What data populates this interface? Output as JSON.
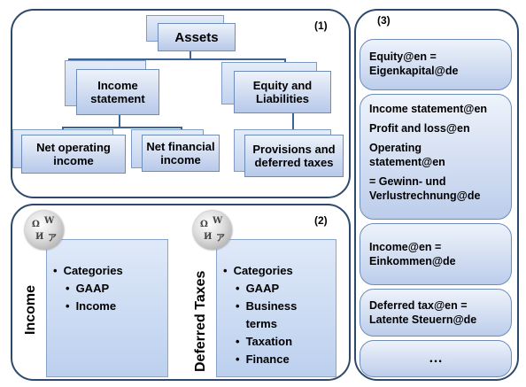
{
  "panel1": {
    "tag": "(1)",
    "root": "Assets",
    "level1": [
      "Income statement",
      "Equity and Liabilities"
    ],
    "level2": [
      "Net operating income",
      "Net financial income",
      "Provisions and deferred taxes"
    ]
  },
  "panel2": {
    "tag": "(2)",
    "cards": [
      {
        "title": "Income",
        "heading": "Categories",
        "items": [
          "GAAP",
          "Income"
        ]
      },
      {
        "title": "Deferred Taxes",
        "heading": "Categories",
        "items": [
          "GAAP",
          "Business terms",
          "Taxation",
          "Finance"
        ]
      }
    ]
  },
  "panel3": {
    "tag": "(3)",
    "entries": [
      [
        "Equity@en =",
        "Eigenkapital@de"
      ],
      [
        "Income statement@en",
        "Profit and loss@en",
        "Operating statement@en",
        "= Gewinn- und Verlustrechnung@de"
      ],
      [
        "Income@en =",
        "Einkommen@de"
      ],
      [
        "Deferred tax@en =",
        "Latente Steuern@de"
      ],
      [
        "…"
      ]
    ]
  },
  "colors": {
    "border": "#2d4a6b",
    "box_top": "#eef3fb",
    "box_bottom": "#b7c9ea",
    "connector": "#3c6496"
  },
  "icons": {
    "wikipedia": "wikipedia-globe-icon"
  }
}
